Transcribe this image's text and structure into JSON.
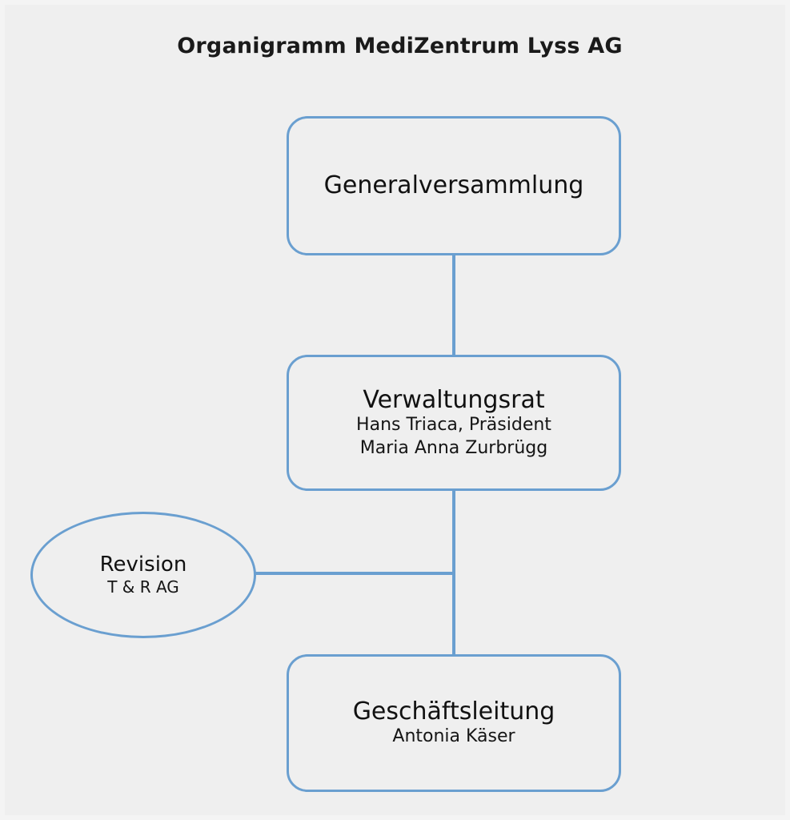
{
  "chart_data": {
    "type": "diagram",
    "diagram_type": "organizational-chart",
    "title": "Organigramm MediZentrum Lyss AG",
    "nodes": [
      {
        "id": "generalversammlung",
        "shape": "rounded-rectangle",
        "title": "Generalversammlung",
        "subtitles": [],
        "level": 1
      },
      {
        "id": "verwaltungsrat",
        "shape": "rounded-rectangle",
        "title": "Verwaltungsrat",
        "subtitles": [
          "Hans Triaca, Präsident",
          "Maria Anna Zurbrügg"
        ],
        "level": 2
      },
      {
        "id": "revision",
        "shape": "ellipse",
        "title": "Revision",
        "subtitles": [
          "T & R AG"
        ],
        "level": 2
      },
      {
        "id": "geschaeftsleitung",
        "shape": "rounded-rectangle",
        "title": "Geschäftsleitung",
        "subtitles": [
          "Antonia Käser"
        ],
        "level": 3
      }
    ],
    "edges": [
      {
        "from": "generalversammlung",
        "to": "verwaltungsrat",
        "style": "vertical"
      },
      {
        "from": "verwaltungsrat",
        "to": "geschaeftsleitung",
        "style": "vertical"
      },
      {
        "from": "revision",
        "to": "verwaltungsrat",
        "style": "horizontal-branch"
      }
    ],
    "colors": {
      "background": "#efefef",
      "node_border": "#6a9fd0",
      "node_fill": "#efefef",
      "connector": "#6a9fd0",
      "text": "#111111"
    }
  },
  "title": "Organigramm MediZentrum Lyss AG",
  "nodes": {
    "generalversammlung": {
      "title": "Generalversammlung"
    },
    "verwaltungsrat": {
      "title": "Verwaltungsrat",
      "sub1": "Hans Triaca, Präsident",
      "sub2": "Maria Anna Zurbrügg"
    },
    "revision": {
      "title": "Revision",
      "sub1": "T & R AG"
    },
    "geschaeftsleitung": {
      "title": "Geschäftsleitung",
      "sub1": "Antonia Käser"
    }
  }
}
